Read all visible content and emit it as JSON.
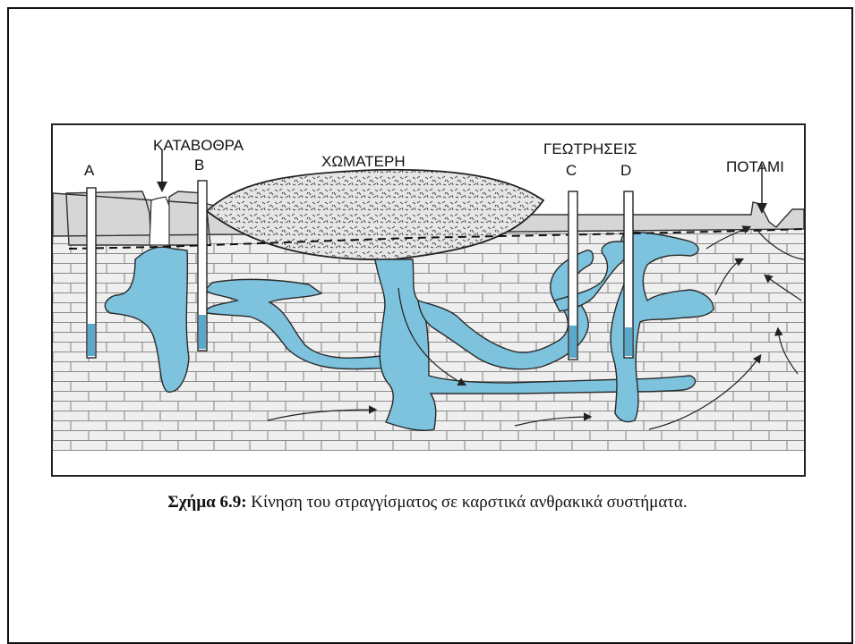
{
  "figure": {
    "labels": {
      "well_a": "A",
      "sinkhole": "ΚΑΤΑΒΟΘΡΑ",
      "well_b": "B",
      "landfill": "ΧΩΜΑΤΕΡΗ",
      "boreholes": "ΓΕΩΤΡΗΣΕΙΣ",
      "well_c": "C",
      "well_d": "D",
      "river": "ΠΟΤΑΜΙ"
    },
    "colors": {
      "water": "#7dc3dd",
      "ground": "#d4d4d4",
      "rock": "#efefef",
      "brick_line": "#888888"
    }
  },
  "caption": {
    "number": "Σχήμα 6.9:",
    "text": " Κίνηση του στραγγίσματος σε καρστικά ανθρακικά συστήματα."
  }
}
